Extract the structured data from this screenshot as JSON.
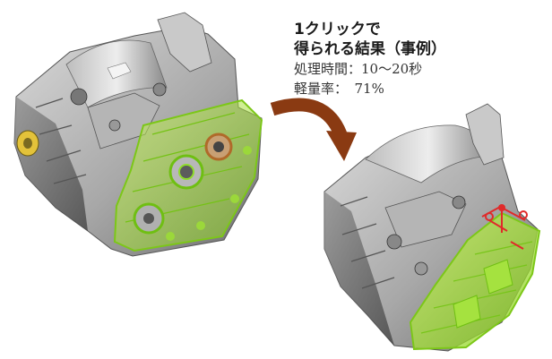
{
  "caption": {
    "line1": "1クリックで",
    "line2": "得られる結果（事例）",
    "line3": "処理時間：10〜20秒",
    "line4": "軽量率：　71%"
  },
  "colors": {
    "highlight_green": "#9be22a",
    "arrow_brown": "#8a3a12",
    "housing_gray": "#9a9a9a",
    "marker_red": "#e02a2a"
  }
}
